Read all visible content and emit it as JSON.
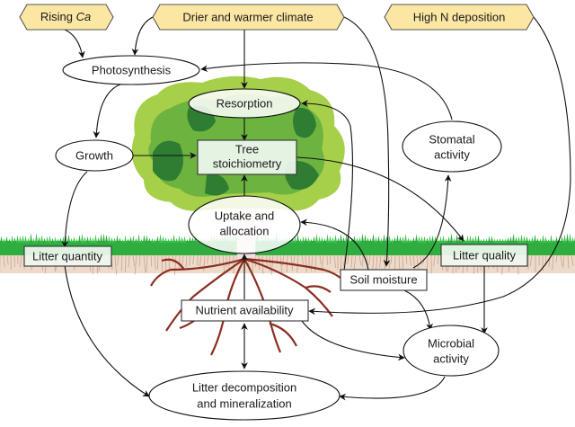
{
  "colors": {
    "driver_fill": "#fce6a4",
    "grass": "#2fae3f",
    "soil": "#d9b49a",
    "canopy_light": "#a6cf4a",
    "canopy_mid": "#6db33f",
    "canopy_dark": "#2e7d32",
    "root": "#8b2e22",
    "trunk": "#f1dede"
  },
  "drivers": {
    "rising_ca": {
      "text": "Rising ",
      "italic": "Ca"
    },
    "climate": "Drier and warmer climate",
    "n_deposition": "High N deposition"
  },
  "nodes": {
    "photosynthesis": "Photosynthesis",
    "resorption": "Resorption",
    "tree_stoich_1": "Tree",
    "tree_stoich_2": "stoichiometry",
    "growth": "Growth",
    "stomatal_1": "Stomatal",
    "stomatal_2": "activity",
    "uptake_1": "Uptake and",
    "uptake_2": "allocation",
    "litter_quantity": "Litter quantity",
    "litter_quality": "Litter quality",
    "soil_moisture": "Soil moisture",
    "nutrient_availability": "Nutrient availability",
    "microbial_1": "Microbial",
    "microbial_2": "activity",
    "decomp_1": "Litter decomposition",
    "decomp_2": "and mineralization"
  }
}
